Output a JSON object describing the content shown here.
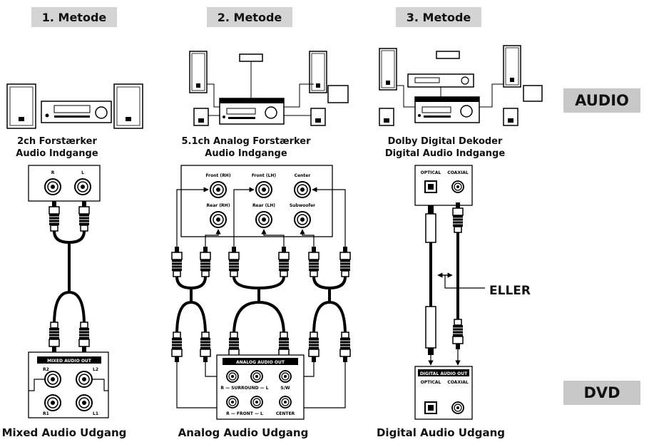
{
  "methods": {
    "m1": "1. Metode",
    "m2": "2. Metode",
    "m3": "3. Metode"
  },
  "side": {
    "audio": "AUDIO",
    "dvd": "DVD"
  },
  "amps": {
    "m1": {
      "line1": "2ch Forstærker",
      "line2": "Audio Indgange"
    },
    "m2": {
      "line1": "5.1ch Analog Forstærker",
      "line2": "Audio Indgange"
    },
    "m3": {
      "line1": "Dolby Digital Dekoder",
      "line2": "Digital Audio Indgange"
    }
  },
  "inputs": {
    "m1": {
      "r": "R",
      "l": "L"
    },
    "m2": {
      "front_rh": "Front (RH)",
      "front_lh": "Front (LH)",
      "center": "Center",
      "rear_rh": "Rear (RH)",
      "rear_lh": "Rear (LH)",
      "subwoofer": "Subwoofer"
    },
    "m3": {
      "optical": "OPTICAL",
      "coaxial": "COAXIAL"
    }
  },
  "outputs": {
    "m1": {
      "header": "MIXED AUDIO OUT",
      "r2": "R2",
      "l2": "L2",
      "r1": "R1",
      "l1": "L1"
    },
    "m2": {
      "header": "ANALOG AUDIO OUT",
      "surround": "R — SURROUND — L",
      "front": "R — FRONT — L",
      "sw": "S/W",
      "center": "CENTER"
    },
    "m3": {
      "header": "DIGITAL AUDIO OUT",
      "optical": "OPTICAL",
      "coaxial": "COAXIAL"
    }
  },
  "eller": "ELLER",
  "bottom": {
    "m1": "Mixed Audio Udgang",
    "m2": "Analog Audio Udgang",
    "m3": "Digital Audio Udgang"
  }
}
